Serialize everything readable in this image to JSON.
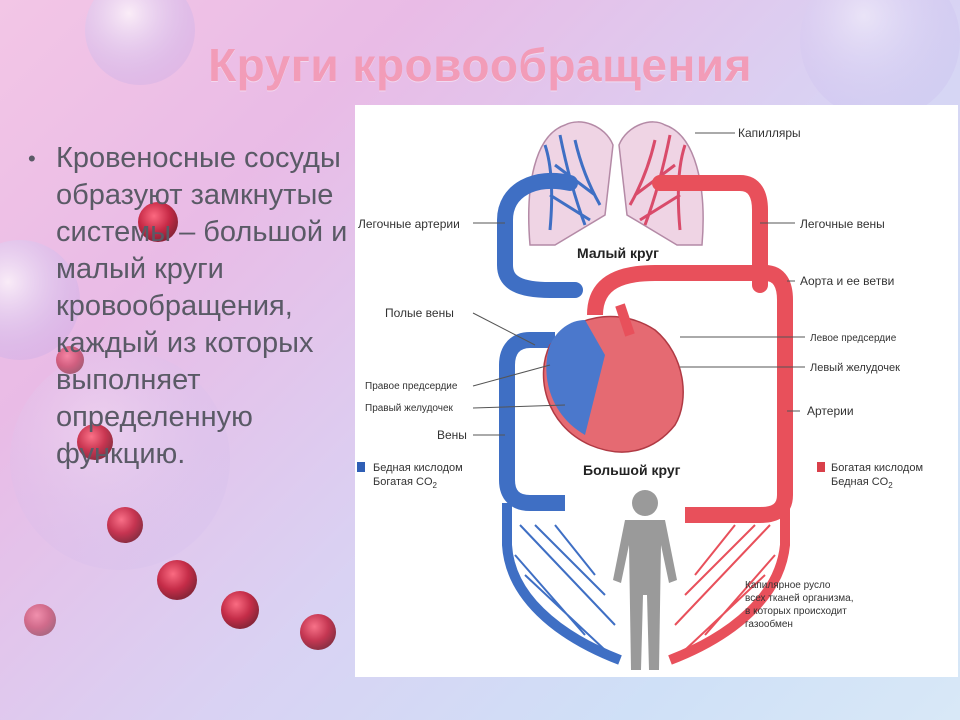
{
  "slide": {
    "title": "Круги кровообращения",
    "bullet": "Кровеносные сосуды образуют замкнутые системы – большой и малый круги кровообращения, каждый из которых выполняет определенную функцию."
  },
  "diagram": {
    "labels": {
      "capillaries": "Капилляры",
      "pulmonary_arteries": "Легочные артерии",
      "pulmonary_veins": "Легочные вены",
      "small_circle": "Малый круг",
      "aorta": "Аорта и ее ветви",
      "vena_cava": "Полые вены",
      "left_atrium": "Левое предсердие",
      "left_ventricle": "Левый желудочек",
      "right_atrium": "Правое предсердие",
      "right_ventricle": "Правый желудочек",
      "arteries": "Артерии",
      "veins": "Вены",
      "big_circle": "Большой круг",
      "legend_blue_1": "Бедная кислодом",
      "legend_blue_2": "Богатая CO",
      "legend_blue_sub": "2",
      "legend_red_1": "Богатая кислодом",
      "legend_red_2": "Бедная CO",
      "legend_red_sub": "2",
      "capillary_bed_1": "Капилярное русло",
      "capillary_bed_2": "всех тканей организма,",
      "capillary_bed_3": "в которых происходит",
      "capillary_bed_4": "газообмен"
    },
    "colors": {
      "venous": "#3f6fc4",
      "arterial": "#e8505b",
      "legend_blue": "#2f5fb5",
      "legend_red": "#d9404a",
      "human": "#9a9a9a"
    }
  }
}
